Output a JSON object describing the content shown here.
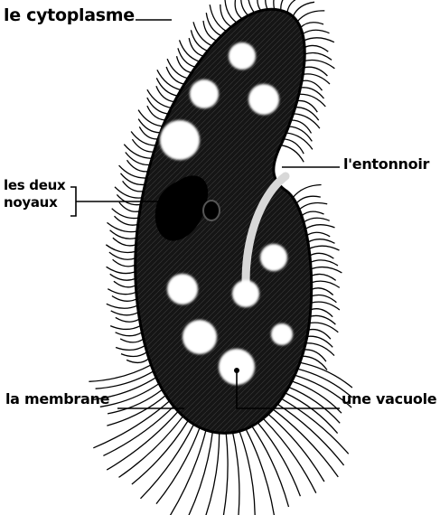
{
  "labels": {
    "cytoplasme": "le cytoplasme",
    "noyaux_line1": "les deux",
    "noyaux_line2": "noyaux",
    "entonnoir": "l'entonnoir",
    "membrane": "la membrane",
    "vacuole": "une vacuole"
  },
  "colors": {
    "ink": "#000000",
    "cytoplasm": "#141414",
    "vacuole": "#ffffff",
    "background": "#ffffff"
  }
}
